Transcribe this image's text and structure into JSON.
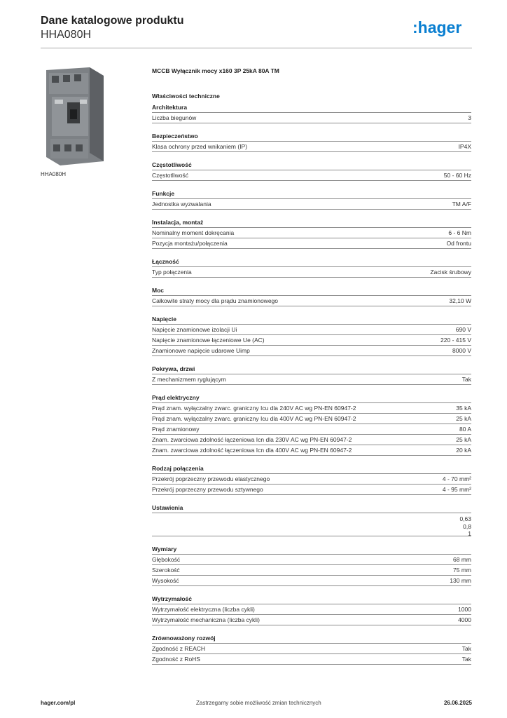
{
  "header": {
    "title": "Dane katalogowe produktu",
    "subtitle": "HHA080H",
    "logo_text": ":hager",
    "brand_color": "#0a7fd1"
  },
  "image_caption": "HHA080H",
  "product_name": "MCCB Wyłącznik mocy x160 3P 25kA 80A TM",
  "section_heading": "Właściwości techniczne",
  "groups": [
    {
      "title": "Architektura",
      "rows": [
        {
          "label": "Liczba biegunów",
          "value": "3"
        }
      ]
    },
    {
      "title": "Bezpieczeństwo",
      "rows": [
        {
          "label": "Klasa ochrony przed wnikaniem (IP)",
          "value": "IP4X"
        }
      ]
    },
    {
      "title": "Częstotliwość",
      "rows": [
        {
          "label": "Częstotliwość",
          "value": "50 - 60 Hz"
        }
      ]
    },
    {
      "title": "Funkcje",
      "rows": [
        {
          "label": "Jednostka wyzwalania",
          "value": "TM A/F"
        }
      ]
    },
    {
      "title": "Instalacja, montaż",
      "rows": [
        {
          "label": "Nominalny moment dokręcania",
          "value": "6 - 6 Nm"
        },
        {
          "label": "Pozycja montażu/połączenia",
          "value": "Od frontu"
        }
      ]
    },
    {
      "title": "Łączność",
      "rows": [
        {
          "label": "Typ połączenia",
          "value": "Zacisk śrubowy"
        }
      ]
    },
    {
      "title": "Moc",
      "rows": [
        {
          "label": "Całkowite straty mocy dla prądu znamionowego",
          "value": "32,10 W"
        }
      ]
    },
    {
      "title": "Napięcie",
      "rows": [
        {
          "label": "Napięcie znamionowe izolacji Ui",
          "value": "690 V"
        },
        {
          "label": "Napięcie znamionowe łączeniowe Ue (AC)",
          "value": "220 - 415 V"
        },
        {
          "label": "Znamionowe napięcie udarowe Uimp",
          "value": "8000 V"
        }
      ]
    },
    {
      "title": "Pokrywa, drzwi",
      "rows": [
        {
          "label": "Z mechanizmem ryglującym",
          "value": "Tak"
        }
      ]
    },
    {
      "title": "Prąd elektryczny",
      "rows": [
        {
          "label": "Prąd znam. wyłączalny zwarc. graniczny Icu dla 240V AC wg PN-EN 60947-2",
          "value": "35 kA"
        },
        {
          "label": "Prąd znam. wyłączalny zwarc. graniczny Icu dla 400V AC wg PN-EN 60947-2",
          "value": "25 kA"
        },
        {
          "label": "Prąd znamionowy",
          "value": "80 A"
        },
        {
          "label": "Znam. zwarciowa zdolność łączeniowa Icn dla 230V AC wg PN-EN 60947-2",
          "value": "25 kA"
        },
        {
          "label": "Znam. zwarciowa zdolność łączeniowa Icn dla 400V AC wg PN-EN 60947-2",
          "value": "20 kA"
        }
      ]
    },
    {
      "title": "Rodzaj połączenia",
      "rows": [
        {
          "label": "Przekrój poprzeczny przewodu elastycznego",
          "value": "4 - 70 mm²"
        },
        {
          "label": "Przekrój poprzeczny przewodu sztywnego",
          "value": "4 - 95 mm²"
        }
      ]
    }
  ],
  "settings": {
    "title": "Ustawienia",
    "values": [
      "0,63",
      "0,8",
      "1"
    ]
  },
  "groups2": [
    {
      "title": "Wymiary",
      "rows": [
        {
          "label": "Głębokość",
          "value": "68 mm"
        },
        {
          "label": "Szerokość",
          "value": "75 mm"
        },
        {
          "label": "Wysokość",
          "value": "130 mm"
        }
      ]
    },
    {
      "title": "Wytrzymałość",
      "rows": [
        {
          "label": "Wytrzymałość elektryczna (liczba cykli)",
          "value": "1000"
        },
        {
          "label": "Wytrzymałość mechaniczna (liczba cykli)",
          "value": "4000"
        }
      ]
    },
    {
      "title": "Zrównoważony rozwój",
      "rows": [
        {
          "label": "Zgodność z REACH",
          "value": "Tak"
        },
        {
          "label": "Zgodność z RoHS",
          "value": "Tak"
        }
      ]
    }
  ],
  "footer": {
    "website": "hager.com/pl",
    "notice": "Zastrzegamy sobie możliwość zmian technicznych",
    "date": "26.06.2025"
  }
}
